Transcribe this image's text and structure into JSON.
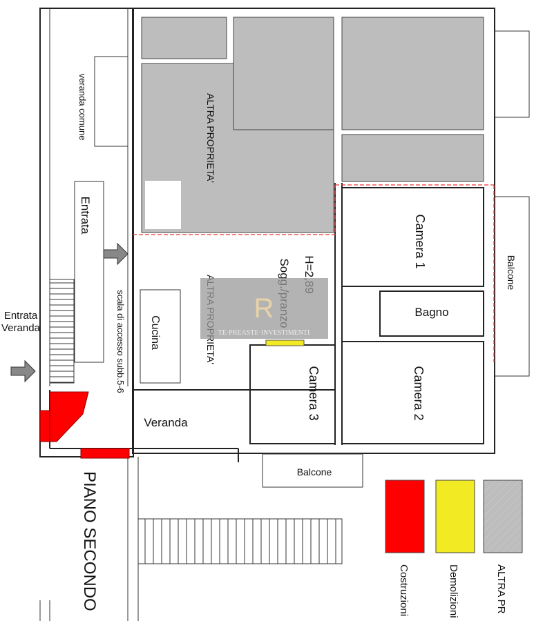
{
  "plan": {
    "title": "PIANO SECONDO",
    "rooms": {
      "veranda_comune": "veranda comune",
      "entrata": "Entrata",
      "entrata_veranda": [
        "Entrata",
        "Veranda"
      ],
      "scala": "scala di accesso subb.5-6",
      "altra_proprieta_top": "ALTRA PROPRIETA'",
      "altra_proprieta_mid": "ALTRA PROPRIETA'",
      "cucina": "Cucina",
      "veranda": "Veranda",
      "soggiorno": "Sogg./pranzo",
      "height": "H=2,89",
      "camera1": "Camera 1",
      "camera2": "Camera 2",
      "camera3": "Camera 3",
      "bagno": "Bagno",
      "balcone_right": "Balcone",
      "balcone_bottom": "Balcone"
    },
    "watermark": "TE·PREASTE·INVESTIMENTI",
    "legend": [
      {
        "label": "Costruzioni",
        "color": "#ff0000"
      },
      {
        "label": "Demolizioni",
        "color": "#f2ea22"
      },
      {
        "label": "ALTRA PR",
        "color": "#bdbdbd"
      }
    ]
  }
}
